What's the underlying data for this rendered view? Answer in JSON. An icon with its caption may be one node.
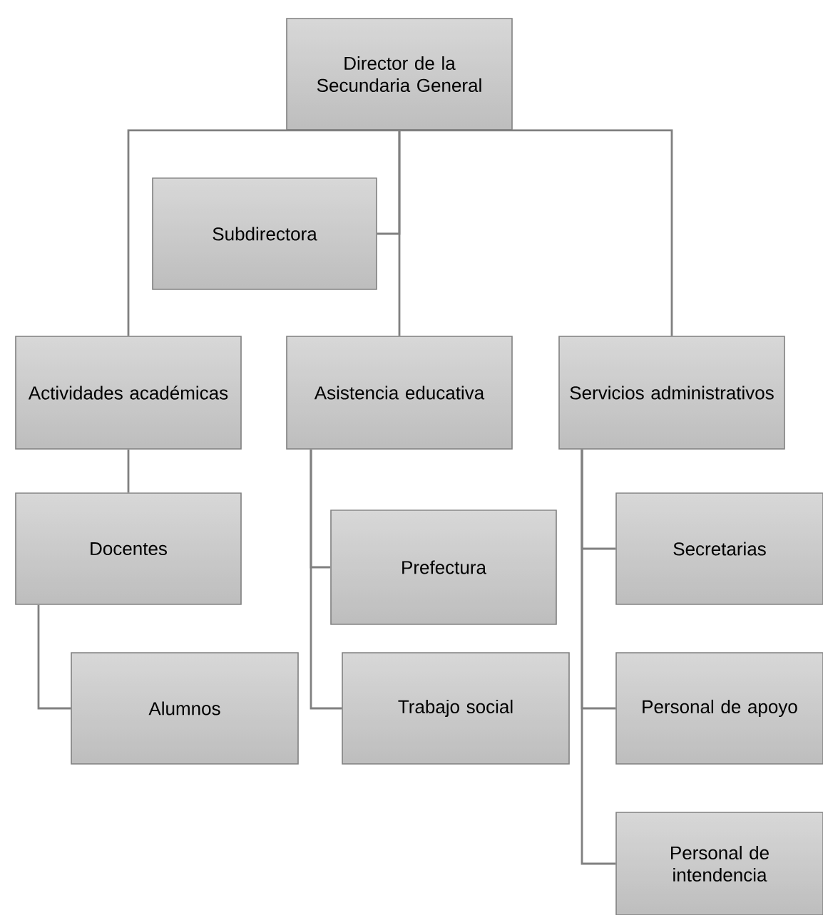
{
  "diagram": {
    "nodes": [
      {
        "text": [
          "Director de la Secundaria General"
        ]
      },
      {
        "text": [
          "Subdirectora"
        ]
      },
      {
        "text": [
          "Actividades académicas"
        ]
      },
      {
        "text": [
          "Asistencia educativa"
        ]
      },
      {
        "text": [
          "Servicios administrativos"
        ]
      },
      {
        "text": [
          "Docentes"
        ]
      },
      {
        "text": [
          "Alumnos"
        ]
      },
      {
        "text": [
          "Prefectura"
        ]
      },
      {
        "text": [
          "Trabajo social"
        ]
      },
      {
        "text": [
          "Secretarias"
        ]
      },
      {
        "text": [
          "Personal de apoyo"
        ]
      },
      {
        "text": [
          "Personal de intendencia"
        ]
      }
    ],
    "edges": [
      {
        "from": 0,
        "to": 1,
        "arrow": "none"
      },
      {
        "from": 0,
        "to": 2,
        "arrow": "none"
      },
      {
        "from": 0,
        "to": 3,
        "arrow": "none"
      },
      {
        "from": 0,
        "to": 4,
        "arrow": "none"
      },
      {
        "from": 2,
        "to": 5,
        "arrow": "none"
      },
      {
        "from": 5,
        "to": 6,
        "arrow": "none"
      },
      {
        "from": 3,
        "to": 7,
        "arrow": "none"
      },
      {
        "from": 3,
        "to": 8,
        "arrow": "none"
      },
      {
        "from": 4,
        "to": 9,
        "arrow": "none"
      },
      {
        "from": 4,
        "to": 10,
        "arrow": "none"
      },
      {
        "from": 4,
        "to": 11,
        "arrow": "none"
      }
    ]
  }
}
